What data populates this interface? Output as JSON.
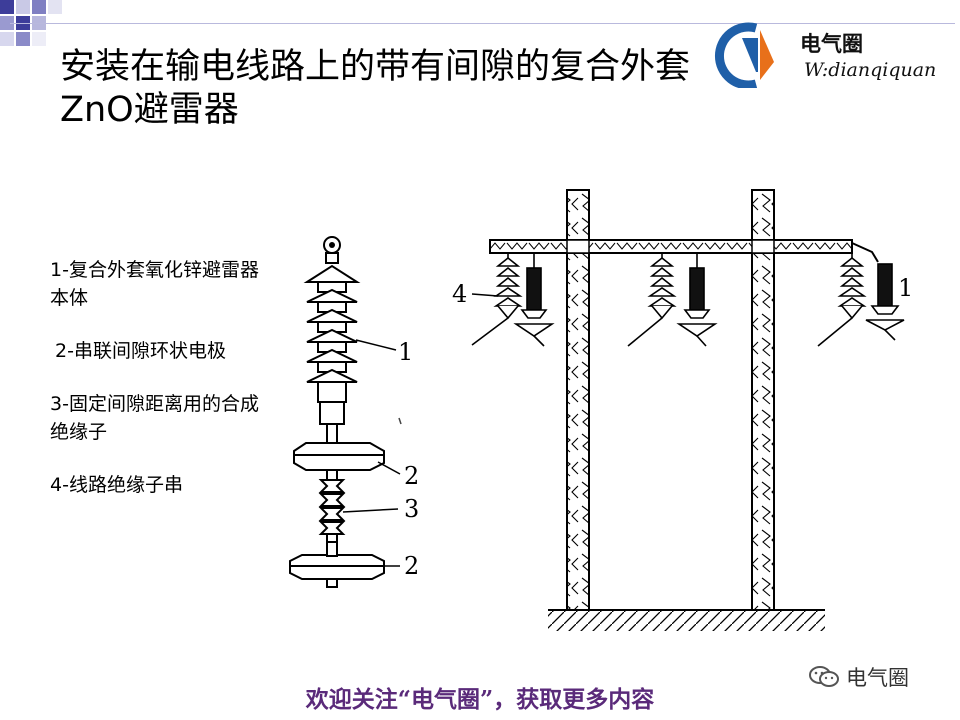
{
  "slide": {
    "title_line1": "安装在输电线路上的带有间隙的复合外套",
    "title_line2": "ZnO避雷器"
  },
  "logo": {
    "name": "电气圈",
    "subtitle": "W:dianqiquan"
  },
  "legend": [
    {
      "text": "1-复合外套氧化锌避雷器本体"
    },
    {
      "text": "2-串联间隙环状电极"
    },
    {
      "text": "3-固定间隙距离用的合成绝缘子"
    },
    {
      "text": "4-线路绝缘子串"
    }
  ],
  "figure": {
    "arrester_labels": [
      "1",
      "2",
      "3",
      "2"
    ],
    "tower_labels": [
      "4",
      "1"
    ]
  },
  "footer": {
    "text": "欢迎关注“电气圈”，获取更多内容"
  },
  "watermark": {
    "text": "电气圈"
  },
  "colors": {
    "footer_text": "#5a2a7a",
    "logo_blue": "#1f5fa8",
    "logo_orange": "#e8701a",
    "deco_square": "#9a9ad0"
  }
}
